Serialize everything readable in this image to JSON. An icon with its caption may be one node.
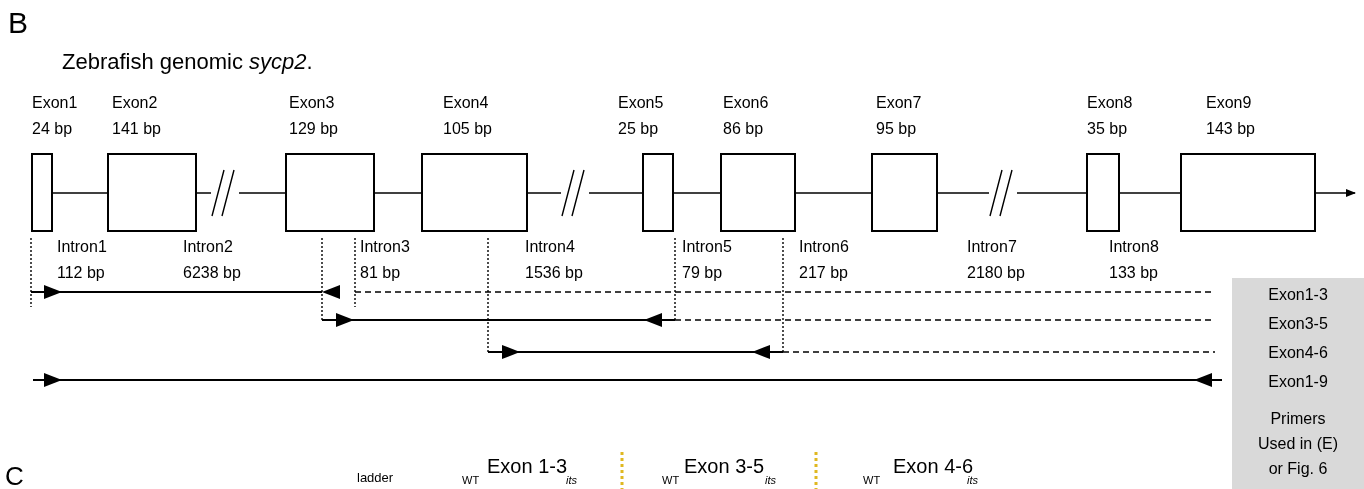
{
  "diagram": {
    "title": "Zebrafish genomic *sycp2*.",
    "nodes": [
      {
        "text": [
          "Exon1 24 bp"
        ]
      },
      {
        "text": [
          "Exon2 141 bp"
        ]
      },
      {
        "text": [
          "Exon3 129 bp"
        ]
      },
      {
        "text": [
          "Exon4 105 bp"
        ]
      },
      {
        "text": [
          "Exon5 25 bp"
        ]
      },
      {
        "text": [
          "Exon6 86 bp"
        ]
      },
      {
        "text": [
          "Exon7 95 bp"
        ]
      },
      {
        "text": [
          "Exon8 35 bp"
        ]
      },
      {
        "text": [
          "Exon9 143 bp"
        ]
      },
      {
        "text": [
          "Exon1-3",
          "Exon3-5",
          "Exon4-6",
          "Exon1-9",
          "Primers Used in (E) or Fig. 6"
        ]
      }
    ],
    "edges": [
      {
        "from": 0,
        "to": 1,
        "arrow": "none"
      },
      {
        "from": 1,
        "to": 2,
        "arrow": "none"
      },
      {
        "from": 2,
        "to": 3,
        "arrow": "none"
      },
      {
        "from": 3,
        "to": 4,
        "arrow": "none"
      },
      {
        "from": 4,
        "to": 5,
        "arrow": "none"
      },
      {
        "from": 5,
        "to": 6,
        "arrow": "none"
      },
      {
        "from": 6,
        "to": 7,
        "arrow": "none"
      },
      {
        "from": 7,
        "to": 8,
        "arrow": "none"
      },
      {
        "from": 8,
        "to": null,
        "arrow": "to"
      }
    ],
    "labels": [
      "B",
      "Intron1 112 bp",
      "Intron2 6238 bp",
      "Intron3 81 bp",
      "Intron4 1536 bp",
      "Intron5 79 bp",
      "Intron6 217 bp",
      "Intron7 2180 bp",
      "Intron8 133 bp",
      "C",
      "ladder",
      "Exon 1-3",
      "WT",
      "its",
      "Exon 3-5",
      "WT",
      "its",
      "Exon 4-6",
      "WT",
      "its"
    ]
  }
}
